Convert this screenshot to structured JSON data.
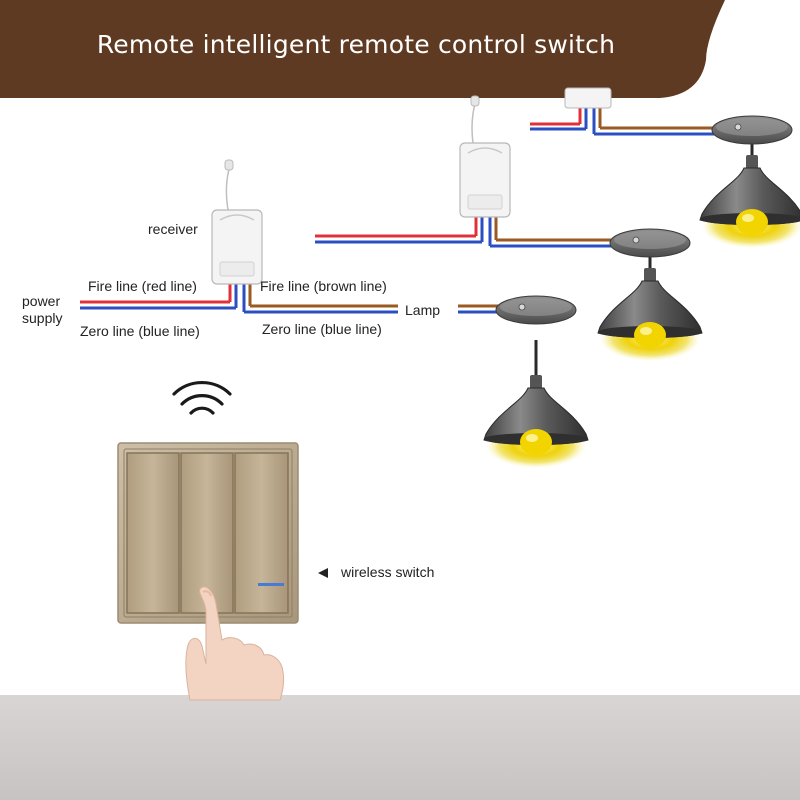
{
  "header": {
    "title": "Remote intelligent remote control switch"
  },
  "labels": {
    "receiver": "receiver",
    "power_supply_line1": "power",
    "power_supply_line2": "supply",
    "fire_line_red": "Fire line (red line)",
    "zero_line_blue_left": "Zero line (blue line)",
    "fire_line_brown": "Fire line (brown line)",
    "zero_line_blue_right": "Zero line (blue line)",
    "lamp": "Lamp",
    "wireless_switch": "wireless switch"
  },
  "colors": {
    "header_bg": "#5f3a22",
    "fire_red": "#e0313a",
    "zero_blue": "#2a4fc0",
    "fire_brown": "#9a5a22",
    "switch_gold": "#bda98d",
    "lamp_shade": "#585858",
    "bulb_yellow": "#f0d20a",
    "floor_gray": "#cdc9c9"
  },
  "icons": {
    "wifi": "wifi-signal-icon",
    "arrow": "left-pointer-icon",
    "hand": "pointing-hand-icon"
  }
}
